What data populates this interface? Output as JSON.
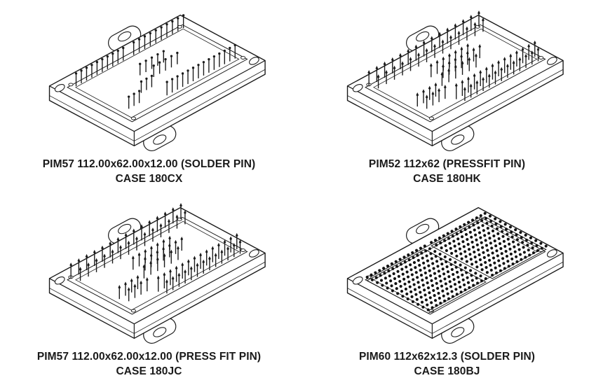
{
  "page": {
    "background": "#ffffff",
    "line_color": "#1a1a1a"
  },
  "figures": [
    {
      "id": "pim57-solder",
      "title": "PIM57 112.00x62.00x12.00 (SOLDER PIN)",
      "case": "CASE 180CX",
      "pin_style": "solder"
    },
    {
      "id": "pim52-pressfit",
      "title": "PIM52 112x62 (PRESSFIT PIN)",
      "case": "CASE 180HK",
      "pin_style": "pressfit"
    },
    {
      "id": "pim57-pressfit",
      "title": "PIM57 112.00x62.00x12.00 (PRESS FIT PIN)",
      "case": "CASE 180JC",
      "pin_style": "pressfit"
    },
    {
      "id": "pim60-solder",
      "title": "PIM60 112x62x12.3 (SOLDER PIN)",
      "case": "CASE 180BJ",
      "pin_style": "dense"
    }
  ]
}
